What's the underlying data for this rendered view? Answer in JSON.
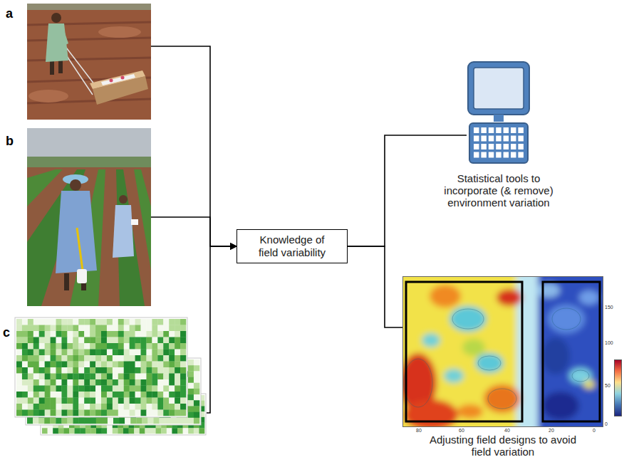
{
  "diagram": {
    "nodes": [
      {
        "text": [
          "a"
        ]
      },
      {
        "text": [
          "b"
        ]
      },
      {
        "text": [
          "c"
        ]
      },
      {
        "text": [
          "Knowledge of field variability"
        ]
      },
      {
        "text": [
          "Statistical tools to incorporate (& remove) environment variation"
        ]
      },
      {
        "text": [
          "Adjusting field designs to avoid field variation"
        ]
      }
    ],
    "edges": [
      {
        "from": 0,
        "to": 3,
        "arrow": "to"
      },
      {
        "from": 1,
        "to": 3,
        "arrow": "to"
      },
      {
        "from": 2,
        "to": 3,
        "arrow": "to"
      },
      {
        "from": 3,
        "to": 4,
        "arrow": "none"
      },
      {
        "from": 3,
        "to": 5,
        "arrow": "none"
      }
    ],
    "labels": [
      "150",
      "100",
      "50",
      "0",
      "80",
      "60",
      "40",
      "20",
      "0"
    ]
  }
}
